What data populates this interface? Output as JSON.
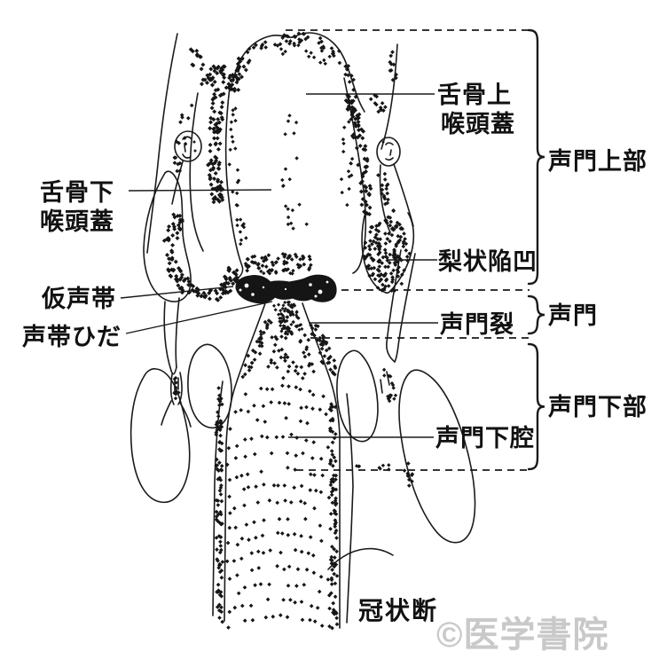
{
  "figure": {
    "caption": "冠状断",
    "watermark": "©医学書院"
  },
  "labels": {
    "suprahyoid_epiglottis": {
      "line1": "舌骨上",
      "line2": "喉頭蓋"
    },
    "infrahyoid_epiglottis": {
      "line1": "舌骨下",
      "line2": "喉頭蓋"
    },
    "false_vocal_cord": "仮声帯",
    "vocal_fold": "声帯ひだ",
    "piriform_recess": "梨状陥凹",
    "rima_glottidis": "声門裂",
    "subglottic_cavity": "声門下腔"
  },
  "regions": {
    "supraglottic": "声門上部",
    "glottis": "声門",
    "subglottic": "声門下部"
  },
  "colors": {
    "ink": "#1a1a1a",
    "text": "#111111",
    "watermark": "#c9c9c9"
  }
}
